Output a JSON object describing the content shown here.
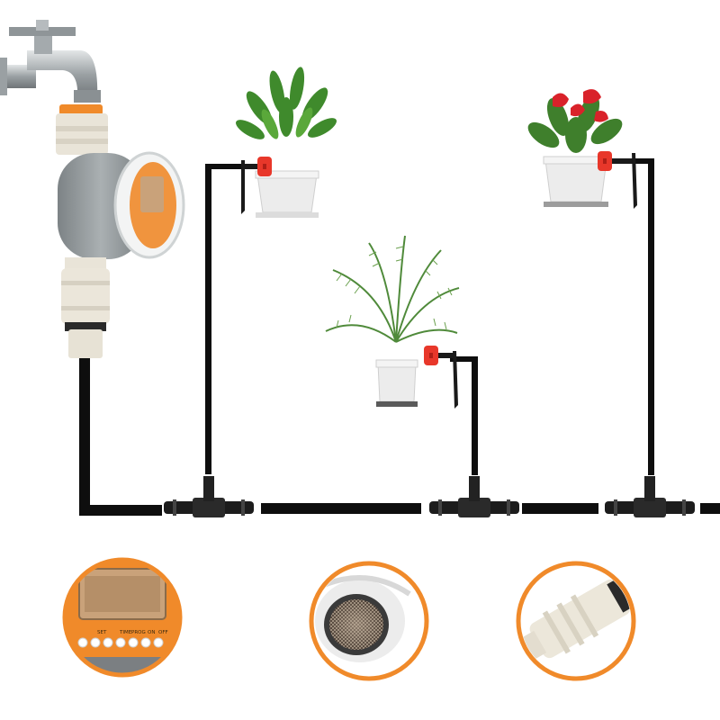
{
  "scene": {
    "background": "#ffffff",
    "colors": {
      "pipe": "#0e0e0e",
      "timer_body": "#8e9496",
      "timer_light": "#c9cdcf",
      "accent_orange": "#f08a2a",
      "lcd": "#c9a27a",
      "dripper_red": "#e8372a",
      "leaf": "#3f8a2c",
      "pot": "#e9e9e9"
    },
    "icons": [
      "faucet-icon",
      "water-timer-icon",
      "plant-icon",
      "dripper-icon",
      "tee-connector-icon"
    ]
  },
  "timer": {
    "button_labels": [
      "SET",
      "TIME",
      "PROG",
      "ON",
      "OFF"
    ]
  },
  "details": [
    "timer-closeup",
    "filter-screen-closeup",
    "hose-adapter-closeup"
  ]
}
